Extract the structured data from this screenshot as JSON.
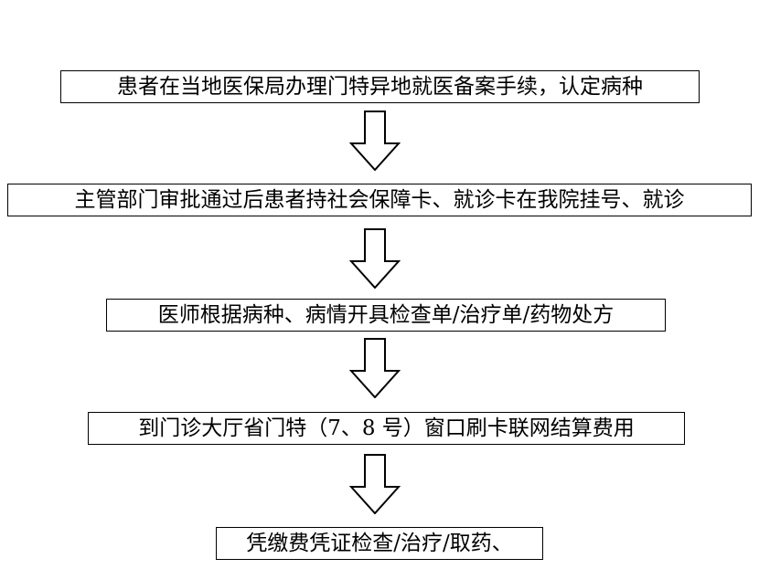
{
  "flowchart": {
    "steps": [
      {
        "label": "患者在当地医保局办理门特异地就医备案手续，认定病种"
      },
      {
        "label": "主管部门审批通过后患者持社会保障卡、就诊卡在我院挂号、就诊"
      },
      {
        "label": "医师根据病种、病情开具检查单/治疗单/药物处方"
      },
      {
        "label": "到门诊大厅省门特（7、8 号）窗口刷卡联网结算费用"
      },
      {
        "label": "凭缴费凭证检查/治疗/取药、"
      }
    ],
    "colors": {
      "stroke": "#000000",
      "fill": "#ffffff",
      "text": "#000000"
    },
    "icons": [
      "down-arrow-icon"
    ]
  }
}
